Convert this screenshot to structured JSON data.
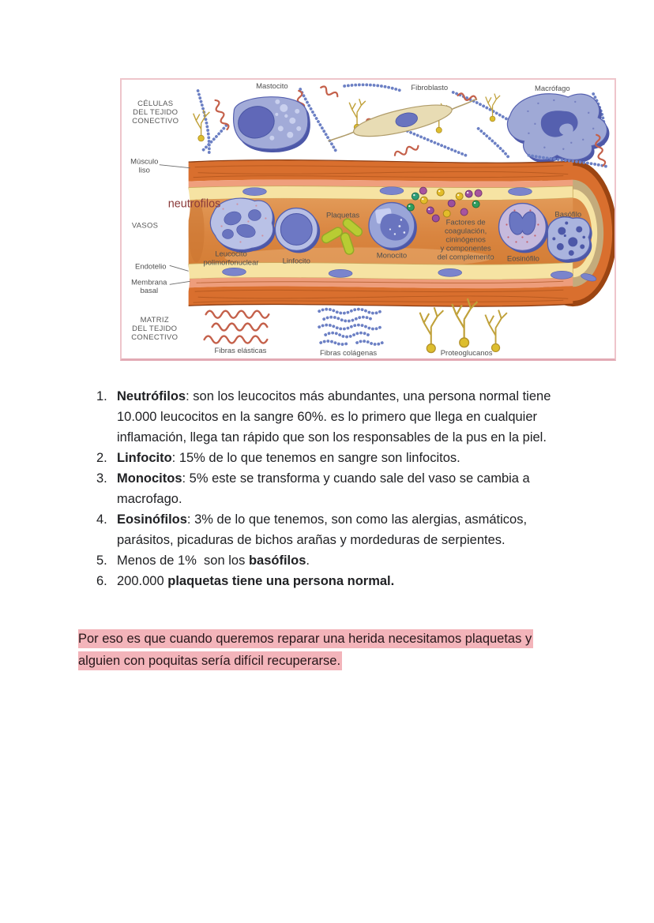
{
  "figure": {
    "type": "histology-illustration",
    "border_color": "#eec5cb",
    "annotation": {
      "text": "neutrofilos",
      "color": "#8a3a3a"
    },
    "labels": {
      "celulas": [
        "CÉLULAS",
        "DEL TEJIDO",
        "CONECTIVO"
      ],
      "mastocito": "Mastocito",
      "fibroblasto": "Fibroblasto",
      "macrofago": "Macrófago",
      "musculo": [
        "Músculo",
        "liso"
      ],
      "vasos": "VASOS",
      "plaquetas": "Plaquetas",
      "leucocito": [
        "Leucocito",
        "polimorfonuclear"
      ],
      "linfocito": "Linfocito",
      "monocito": "Monocito",
      "factores": [
        "Factores de",
        "coagulación,",
        "cininógenos",
        "y componentes",
        "del complemento"
      ],
      "eosinofilo": "Eosinófilo",
      "basofilo": "Basófilo",
      "endotelio": "Endotelio",
      "membrana": [
        "Membrana",
        "basal"
      ],
      "matriz": [
        "MATRIZ",
        "DEL TEJIDO",
        "CONECTIVO"
      ],
      "fibras_elasticas": "Fibras elásticas",
      "fibras_colagenas": "Fibras colágenas",
      "proteoglucanos": "Proteoglucanos"
    }
  },
  "list": {
    "items": [
      {
        "number": "1.",
        "segments": [
          {
            "bold": true,
            "text": "Neutrófilos"
          },
          {
            "bold": false,
            "text": ": son los leucocitos más abundantes, una persona normal tiene 10.000 leucocitos en la sangre 60%. es lo primero que llega en cualquier inflamación, llega tan rápido que son los responsables de la pus en la piel."
          }
        ]
      },
      {
        "number": "2.",
        "segments": [
          {
            "bold": true,
            "text": "Linfocito"
          },
          {
            "bold": false,
            "text": ": 15% de lo que tenemos en sangre son linfocitos."
          }
        ]
      },
      {
        "number": "3.",
        "segments": [
          {
            "bold": true,
            "text": "Monocitos"
          },
          {
            "bold": false,
            "text": ": 5% este se transforma y cuando sale del vaso se cambia a macrofago."
          }
        ]
      },
      {
        "number": "4.",
        "segments": [
          {
            "bold": true,
            "text": "Eosinófilos"
          },
          {
            "bold": false,
            "text": ": 3% de lo que tenemos, son como las alergias, asmáticos, parásitos, picaduras de bichos arañas y mordeduras de serpientes."
          }
        ]
      },
      {
        "number": "5.",
        "segments": [
          {
            "bold": false,
            "text": "Menos de 1%  son los "
          },
          {
            "bold": true,
            "text": "basófilos"
          },
          {
            "bold": false,
            "text": "."
          }
        ]
      },
      {
        "number": "6.",
        "segments": [
          {
            "bold": false,
            "text": "200.000 "
          },
          {
            "bold": true,
            "text": "plaquetas tiene una persona normal."
          }
        ]
      }
    ]
  },
  "note": {
    "text": "Por eso es que cuando queremos reparar una herida necesitamos plaquetas y alguien con poquitas sería difícil recuperarse.",
    "highlight_color": "#f3b4ba"
  }
}
